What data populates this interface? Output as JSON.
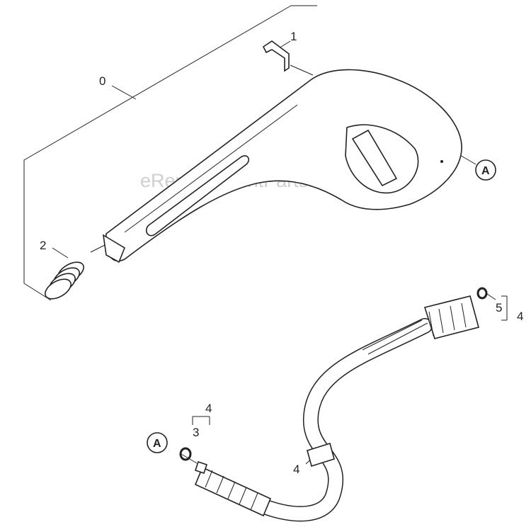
{
  "watermark": "eReplacementParts.com",
  "callouts": {
    "assembly": "0",
    "clip": "1",
    "spring": "2",
    "oring_left": "3",
    "kit_left": "4",
    "label_hose": "4",
    "oring_right": "5",
    "kit_right": "4",
    "connector_top": "A",
    "connector_bottom": "A"
  }
}
